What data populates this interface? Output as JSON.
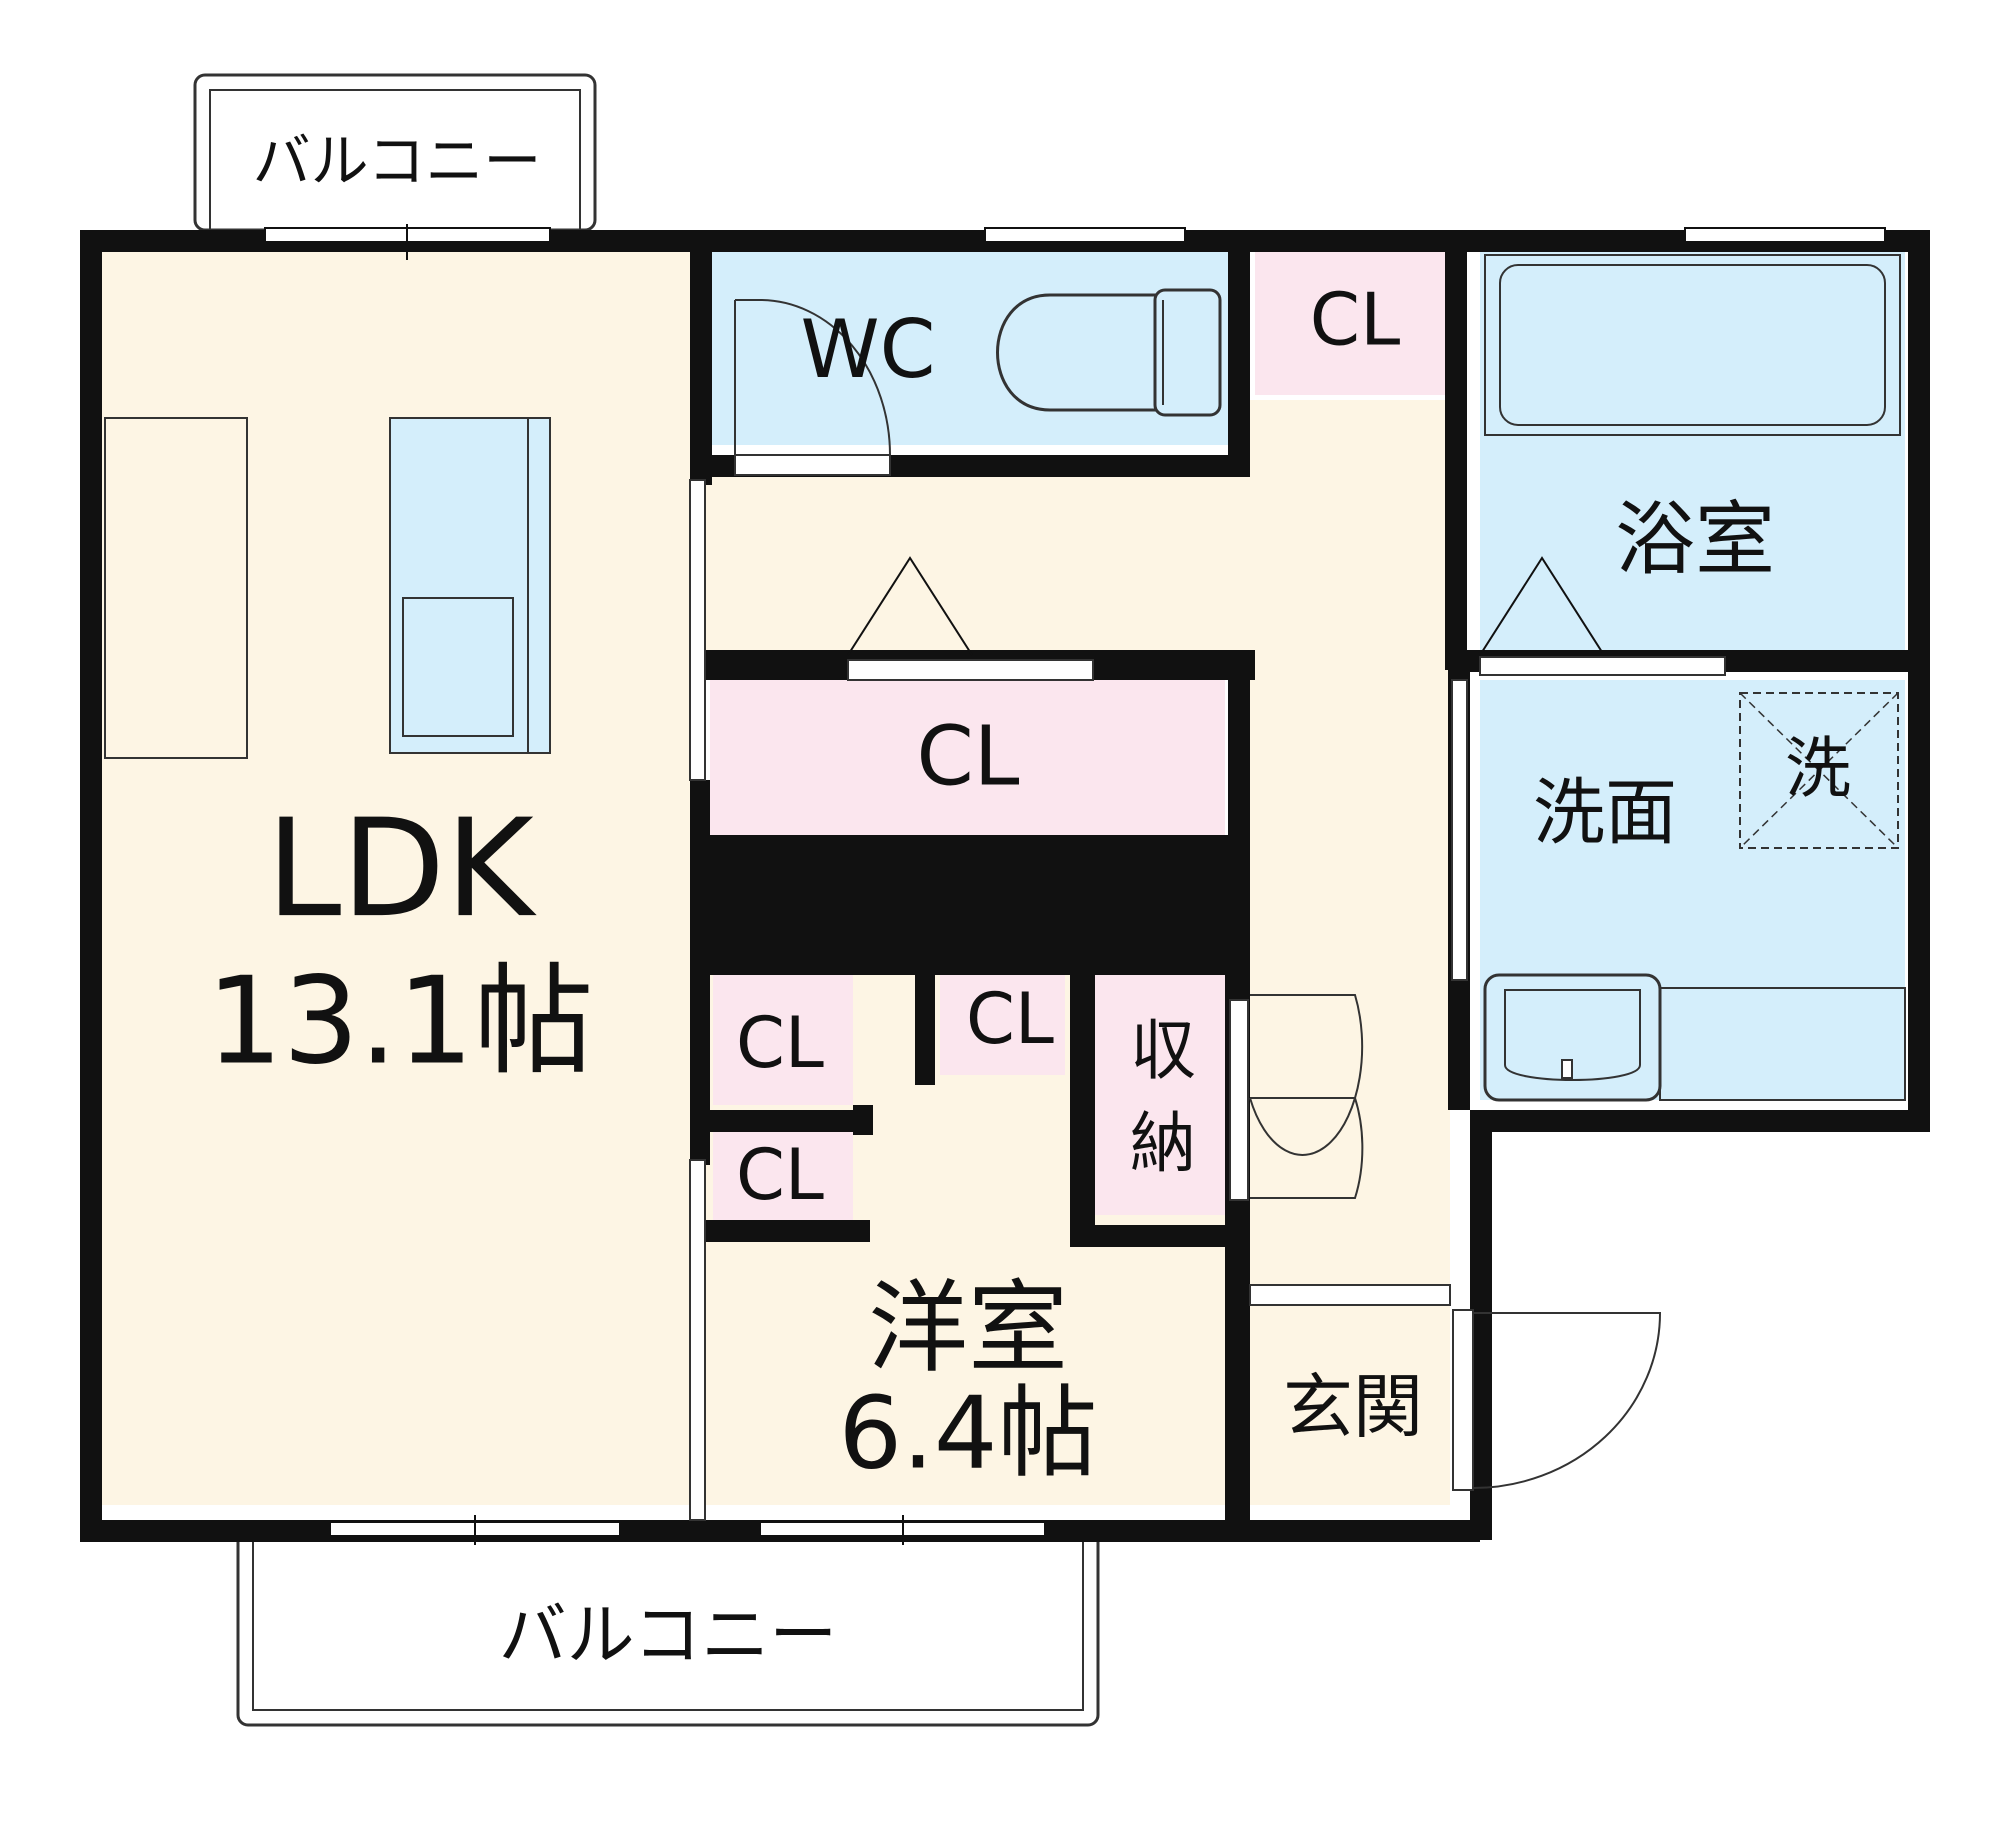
{
  "colors": {
    "living": "#fdf5e4",
    "wet": "#d4eefb",
    "closet": "#fbe6ee",
    "wall": "#111111",
    "balcony": "#ffffff"
  },
  "rooms": {
    "ldk": {
      "name": "LDK",
      "size": "13.1帖"
    },
    "western": {
      "name": "洋室",
      "size": "6.4帖"
    },
    "wc": "WC",
    "bath": "浴室",
    "washroom": "洗面",
    "washer": "洗",
    "storage": [
      "収",
      "納"
    ],
    "entrance": "玄関",
    "closet": "CL"
  },
  "balconies": {
    "top": "バルコニー",
    "bottom": "バルコニー"
  }
}
